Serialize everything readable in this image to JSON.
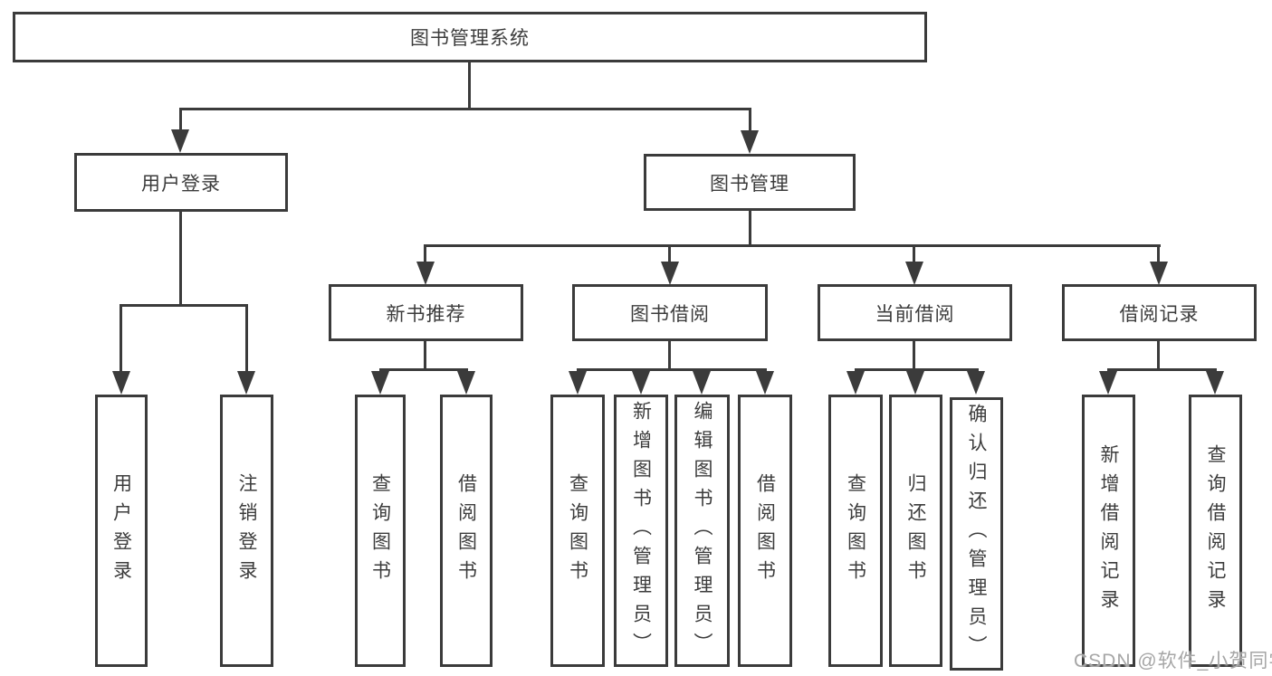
{
  "diagram_title": "图书管理系统",
  "tree": {
    "label": "图书管理系统",
    "children": [
      {
        "label": "用户登录",
        "children": [
          {
            "label": "用户登录"
          },
          {
            "label": "注销登录"
          }
        ]
      },
      {
        "label": "图书管理",
        "children": [
          {
            "label": "新书推荐",
            "children": [
              {
                "label": "查询图书"
              },
              {
                "label": "借阅图书"
              }
            ]
          },
          {
            "label": "图书借阅",
            "children": [
              {
                "label": "查询图书"
              },
              {
                "label": "新增图书（管理员）"
              },
              {
                "label": "编辑图书（管理员）"
              },
              {
                "label": "借阅图书"
              }
            ]
          },
          {
            "label": "当前借阅",
            "children": [
              {
                "label": "查询图书"
              },
              {
                "label": "归还图书"
              },
              {
                "label": "确认归还（管理员）"
              }
            ]
          },
          {
            "label": "借阅记录",
            "children": [
              {
                "label": "新增借阅记录"
              },
              {
                "label": "查询借阅记录"
              }
            ]
          }
        ]
      }
    ]
  },
  "watermark": {
    "text": "CSDN @软件_小贺同学"
  },
  "colors": {
    "line": "#3b3b3b",
    "text": "#3c3c3c",
    "background": "#ffffff",
    "watermark": "#a6a6a6"
  }
}
